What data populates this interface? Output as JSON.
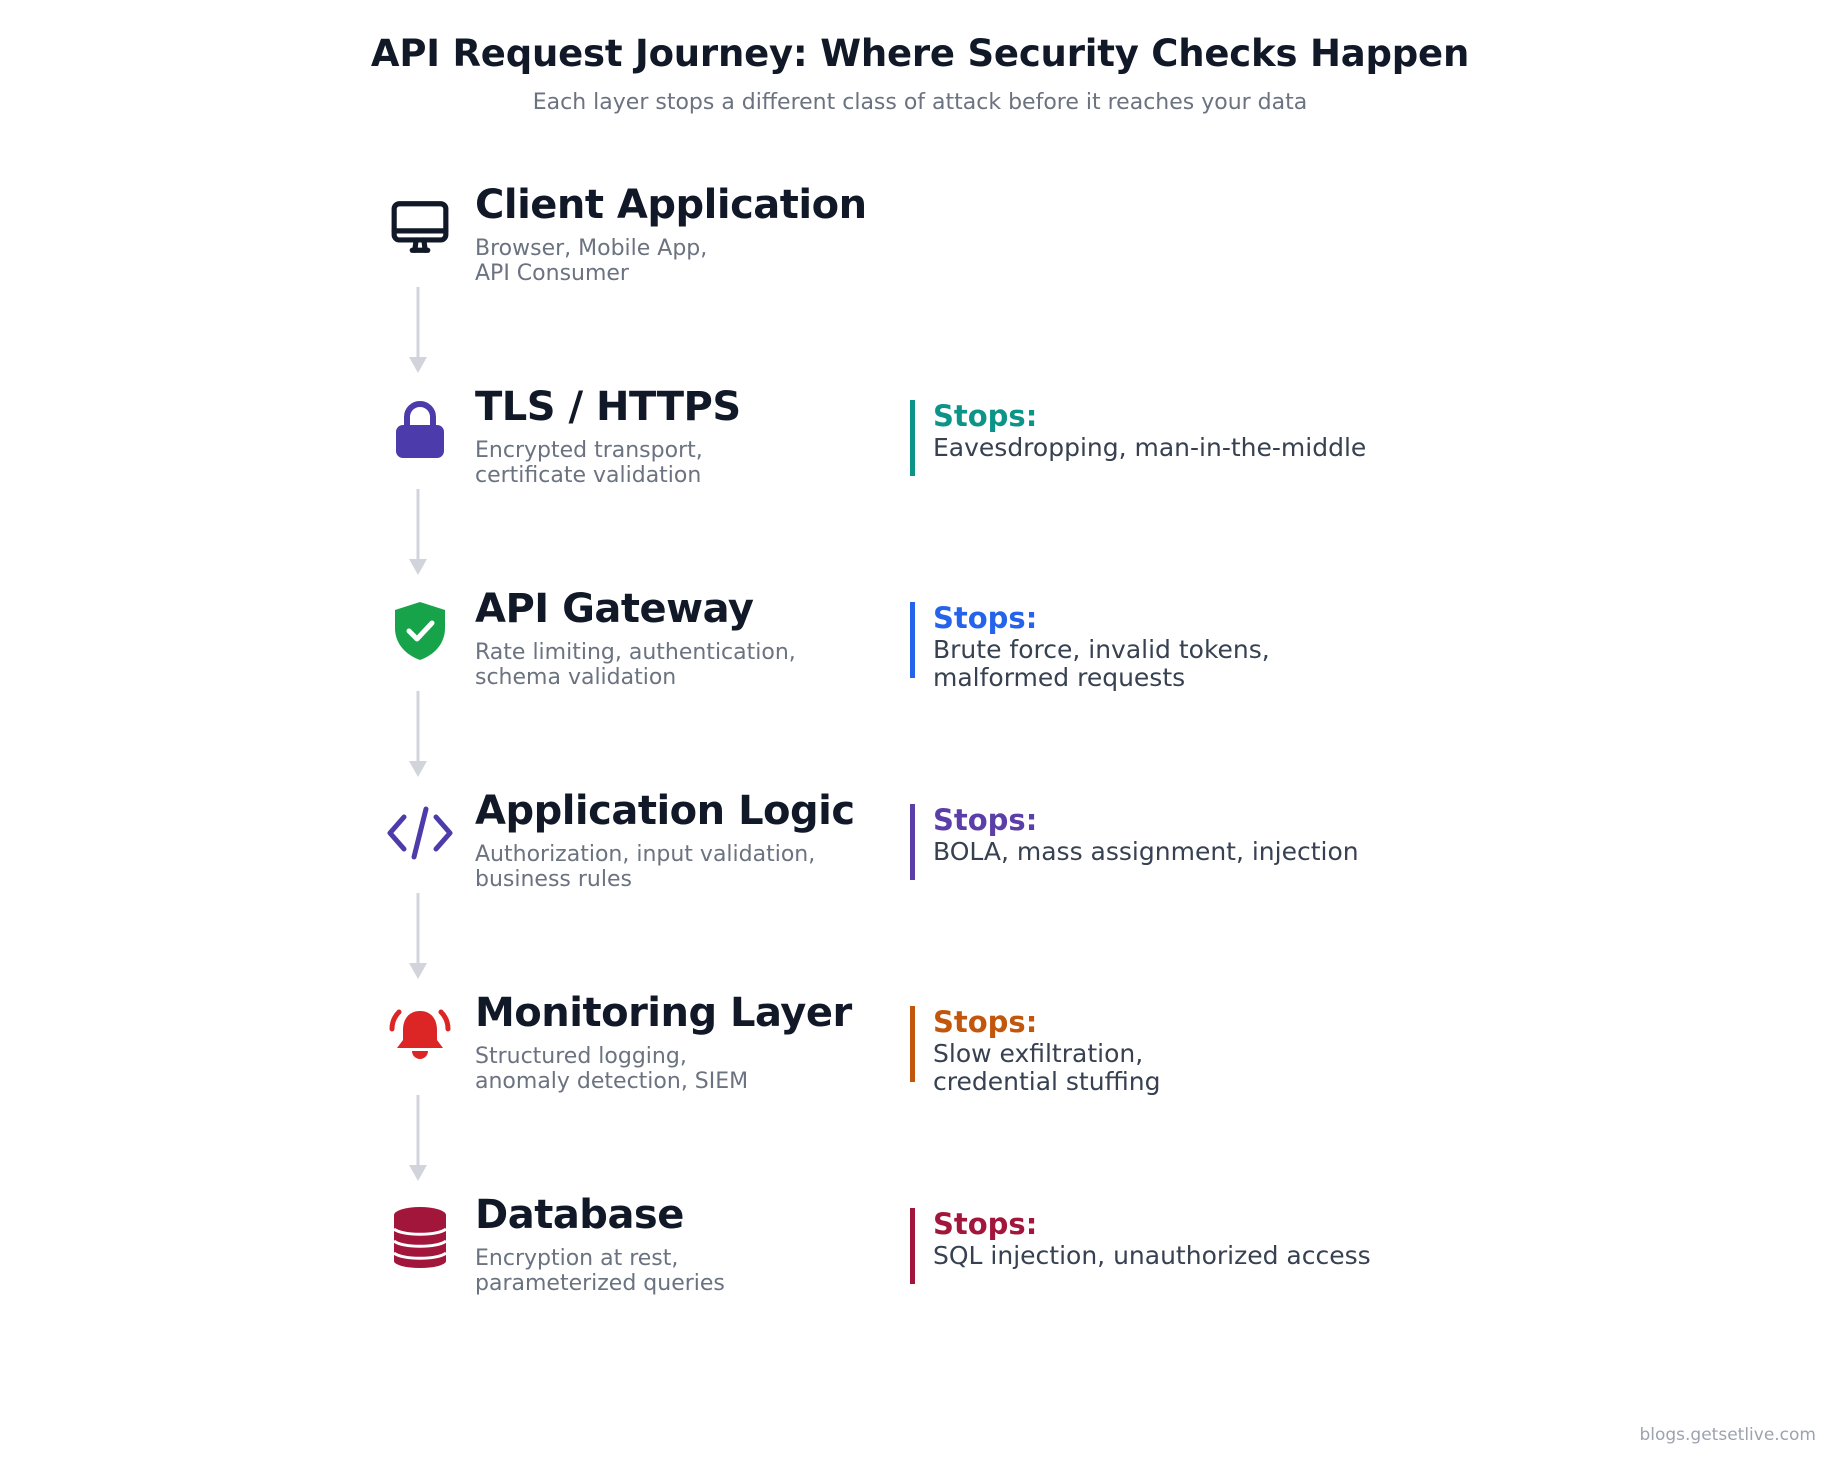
{
  "header": {
    "title": "API Request Journey: Where Security Checks Happen",
    "subtitle": "Each layer stops a different class of attack before it reaches your data"
  },
  "layers": [
    {
      "name": "Client Application",
      "description": "Browser, Mobile App,\nAPI Consumer",
      "icon": "monitor-icon",
      "color": "#111827"
    },
    {
      "name": "TLS / HTTPS",
      "description": "Encrypted transport,\ncertificate validation",
      "icon": "lock-icon",
      "color": "#4c3bab",
      "stop_label": "Stops:",
      "stop_text": "Eavesdropping, man-in-the-middle",
      "stop_color": "#0d9488"
    },
    {
      "name": "API Gateway",
      "description": "Rate limiting, authentication,\nschema validation",
      "icon": "shield-check-icon",
      "color": "#16a34a",
      "stop_label": "Stops:",
      "stop_text": "Brute force, invalid tokens,\nmalformed requests",
      "stop_color": "#2563eb"
    },
    {
      "name": "Application Logic",
      "description": "Authorization, input validation,\nbusiness rules",
      "icon": "code-icon",
      "color": "#4c3bab",
      "stop_label": "Stops:",
      "stop_text": "BOLA, mass assignment, injection",
      "stop_color": "#5b3ea8"
    },
    {
      "name": "Monitoring Layer",
      "description": "Structured logging,\nanomaly detection, SIEM",
      "icon": "alarm-bell-icon",
      "color": "#dc2626",
      "stop_label": "Stops:",
      "stop_text": "Slow exfiltration,\ncredential stuffing",
      "stop_color": "#c2560c"
    },
    {
      "name": "Database",
      "description": "Encryption at rest,\nparameterized queries",
      "icon": "database-icon",
      "color": "#a3163c",
      "stop_label": "Stops:",
      "stop_text": "SQL injection, unauthorized access",
      "stop_color": "#a3163c"
    }
  ],
  "arrow_color": "#d1d5db",
  "footer": {
    "credit": "blogs.getsetlive.com"
  }
}
